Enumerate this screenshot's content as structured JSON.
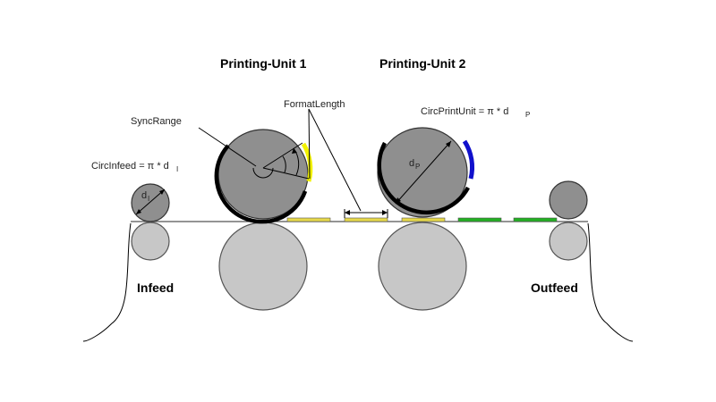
{
  "labels": {
    "unit1": "Printing-Unit 1",
    "unit2": "Printing-Unit 2",
    "infeed": "Infeed",
    "outfeed": "Outfeed",
    "sync_range": "SyncRange",
    "format_length": "FormatLength",
    "circ_print_unit": "CircPrintUnit = π * d",
    "circ_print_unit_sub": "P",
    "circ_infeed": "CircInfeed = π * d",
    "circ_infeed_sub": "I",
    "d_p": "d",
    "d_p_sub": "P",
    "d_i": "d",
    "d_i_sub": "I"
  },
  "colors": {
    "plate_unit1": "#f2f200",
    "plate_unit2": "#1010cc",
    "print_yellow": "#e6d84a",
    "print_green": "#22b022",
    "cylinder_top": "#8f8f8f",
    "cylinder_bottom": "#c7c7c7",
    "sleeve": "#000000"
  }
}
